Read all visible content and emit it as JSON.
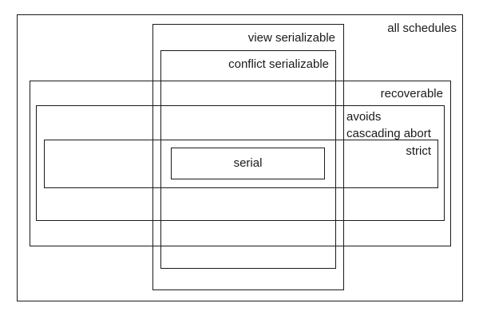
{
  "diagram": {
    "description": "nested set diagram of transaction schedule classes",
    "colors": {
      "background": "#ffffff",
      "border": "#1a1a1a",
      "text": "#1a1a1a"
    },
    "sets": {
      "all_schedules": {
        "label": "all schedules"
      },
      "view_serializable": {
        "label": "view serializable"
      },
      "conflict_serializable": {
        "label": "conflict serializable"
      },
      "recoverable": {
        "label": "recoverable"
      },
      "avoids_cascading_abort": {
        "line1": "avoids",
        "line2": "cascading abort"
      },
      "strict": {
        "label": "strict"
      },
      "serial": {
        "label": "serial"
      }
    }
  }
}
